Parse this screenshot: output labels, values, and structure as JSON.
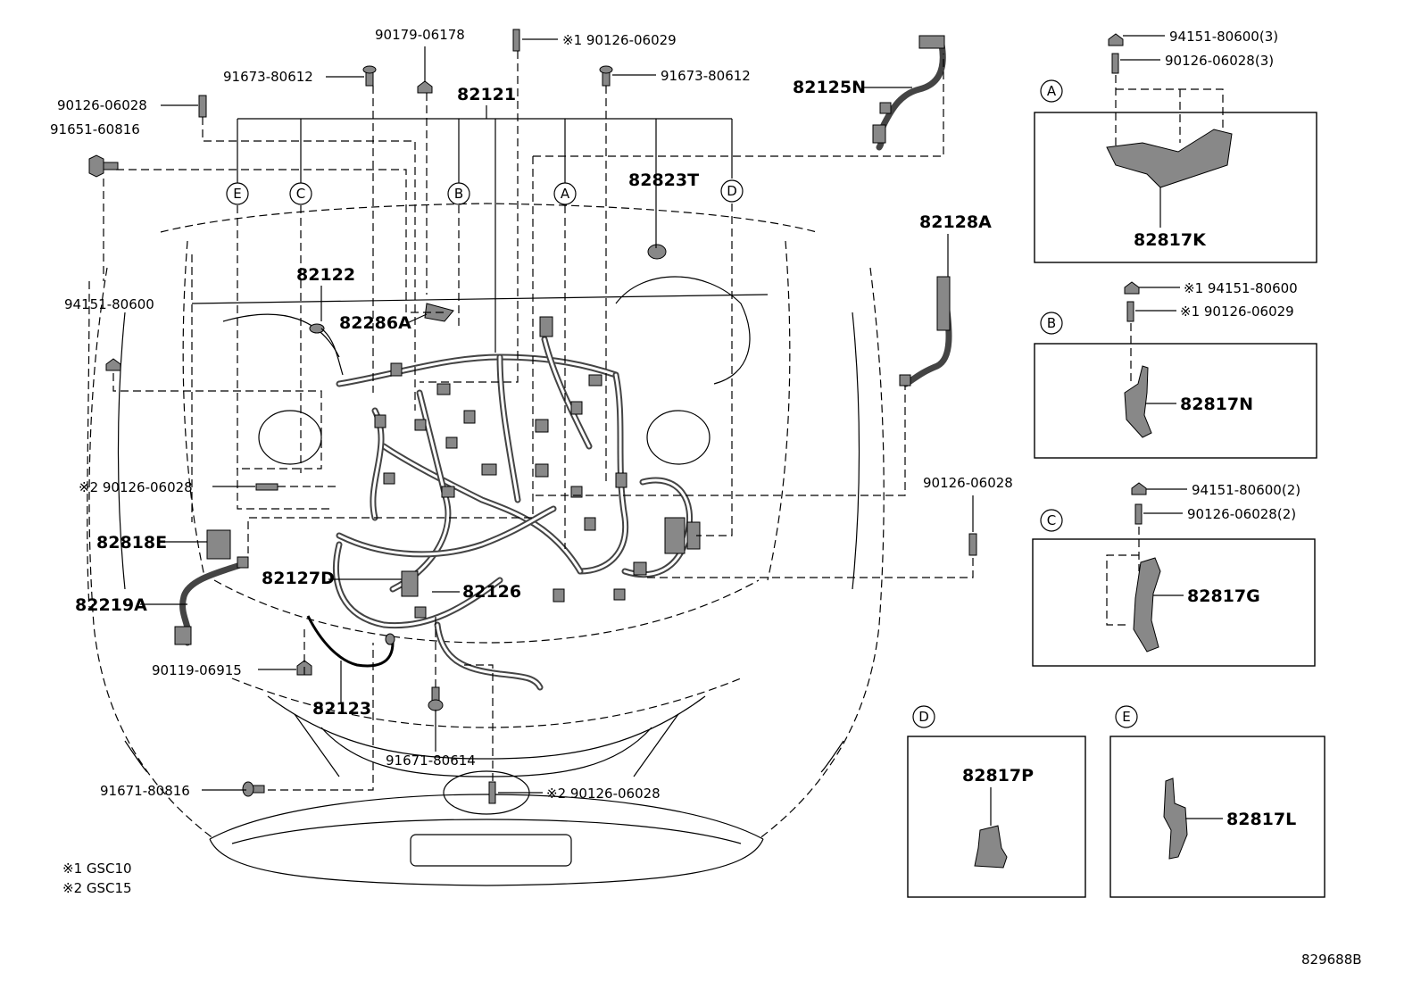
{
  "labels": {
    "p90179_06178": "90179-06178",
    "n1_90126_06029_top": "※1 90126-06029",
    "p91673_80612_left": "91673-80612",
    "p91673_80612_right": "91673-80612",
    "p82121": "82121",
    "p90126_06028_topleft": "90126-06028",
    "p91651_60816": "91651-60816",
    "p82125N": "82125N",
    "p82823T": "82823T",
    "p82128A": "82128A",
    "p94151_80600": "94151-80600",
    "p82122": "82122",
    "p82286A": "82286A",
    "n2_90126_06028_mid": "※2 90126-06028",
    "p90126_06028_right": "90126-06028",
    "p82818E": "82818E",
    "p82127D": "82127D",
    "p82126": "82126",
    "p82219A": "82219A",
    "p90119_06915": "90119-06915",
    "p82123": "82123",
    "p91671_80614": "91671-80614",
    "p91671_80816": "91671-80816",
    "n2_90126_06028_bottom": "※2 90126-06028",
    "note1": "※1 GSC10",
    "note2": "※2 GSC15",
    "diagram_id": "829688B"
  },
  "callouts": [
    "A",
    "B",
    "C",
    "D",
    "E"
  ],
  "insets": {
    "A": {
      "letter": "A",
      "fastener1": "94151-80600(3)",
      "fastener2": "90126-06028(3)",
      "part": "82817K"
    },
    "B": {
      "letter": "B",
      "fastener1": "※1 94151-80600",
      "fastener2": "※1 90126-06029",
      "part": "82817N"
    },
    "C": {
      "letter": "C",
      "fastener1": "94151-80600(2)",
      "fastener2": "90126-06028(2)",
      "part": "82817G"
    },
    "D": {
      "letter": "D",
      "part": "82817P"
    },
    "E": {
      "letter": "E",
      "part": "82817L"
    }
  }
}
